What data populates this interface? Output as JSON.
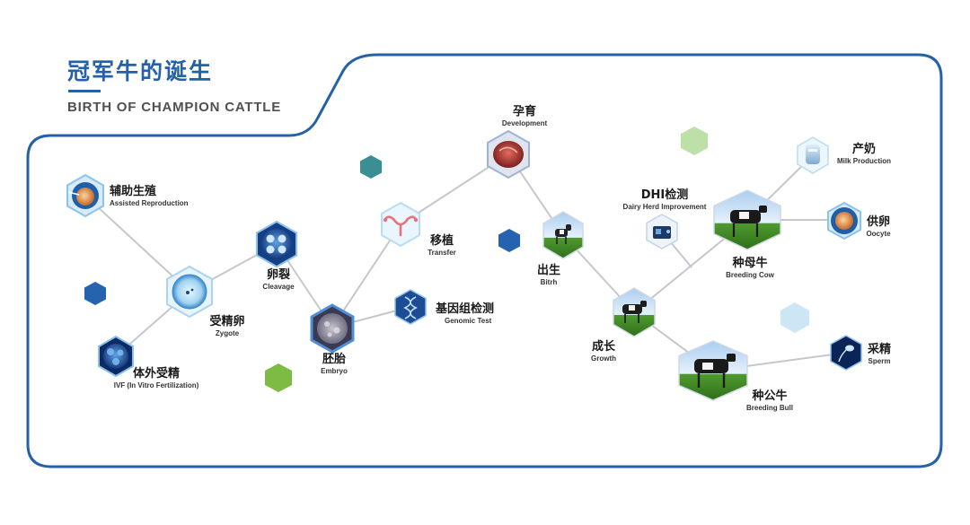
{
  "title": {
    "cn": "冠军牛的诞生",
    "en": "BIRTH OF CHAMPION CATTLE"
  },
  "colors": {
    "frame": "#2461a8",
    "title": "#2461a8",
    "line": "#c4c7cc",
    "hex_blue": "#2563b0",
    "hex_teal": "#3a8f92",
    "hex_green": "#7dbb42",
    "hex_light_green": "#bde0a8",
    "hex_light_blue": "#cde6f6"
  },
  "nodes": {
    "assisted": {
      "cn": "辅助生殖",
      "en": "Assisted Reproduction",
      "icon": "ivf-needle-egg-icon"
    },
    "zygote": {
      "cn": "受精卵",
      "en": "Zygote",
      "icon": "zygote-cell-icon"
    },
    "ivf": {
      "cn": "体外受精",
      "en": "IVF (In Vitro Fertilization)",
      "icon": "ivf-cells-icon"
    },
    "cleavage": {
      "cn": "卵裂",
      "en": "Cleavage",
      "icon": "cleavage-cells-icon"
    },
    "embryo": {
      "cn": "胚胎",
      "en": "Embryo",
      "icon": "embryo-icon"
    },
    "transfer": {
      "cn": "移植",
      "en": "Transfer",
      "icon": "uterus-icon"
    },
    "genomic": {
      "cn": "基因组检测",
      "en": "Genomic Test",
      "icon": "dna-icon"
    },
    "development": {
      "cn": "孕育",
      "en": "Development",
      "icon": "placenta-icon"
    },
    "birth": {
      "cn": "出生",
      "en": "Bitrh",
      "icon": "calf-icon"
    },
    "dhi": {
      "cn": "DHI检测",
      "en": "Dairy Herd Improvement",
      "icon": "milking-machine-icon"
    },
    "growth": {
      "cn": "成长",
      "en": "Growth",
      "icon": "heifer-icon"
    },
    "cow": {
      "cn": "种母牛",
      "en": "Breeding Cow",
      "icon": "cow-icon"
    },
    "milk": {
      "cn": "产奶",
      "en": "Milk Production",
      "icon": "milk-tank-icon"
    },
    "oocyte": {
      "cn": "供卵",
      "en": "Oocyte",
      "icon": "oocyte-icon"
    },
    "bull": {
      "cn": "种公牛",
      "en": "Breeding Bull",
      "icon": "bull-icon"
    },
    "sperm": {
      "cn": "采精",
      "en": "Sperm",
      "icon": "sperm-icon"
    }
  }
}
